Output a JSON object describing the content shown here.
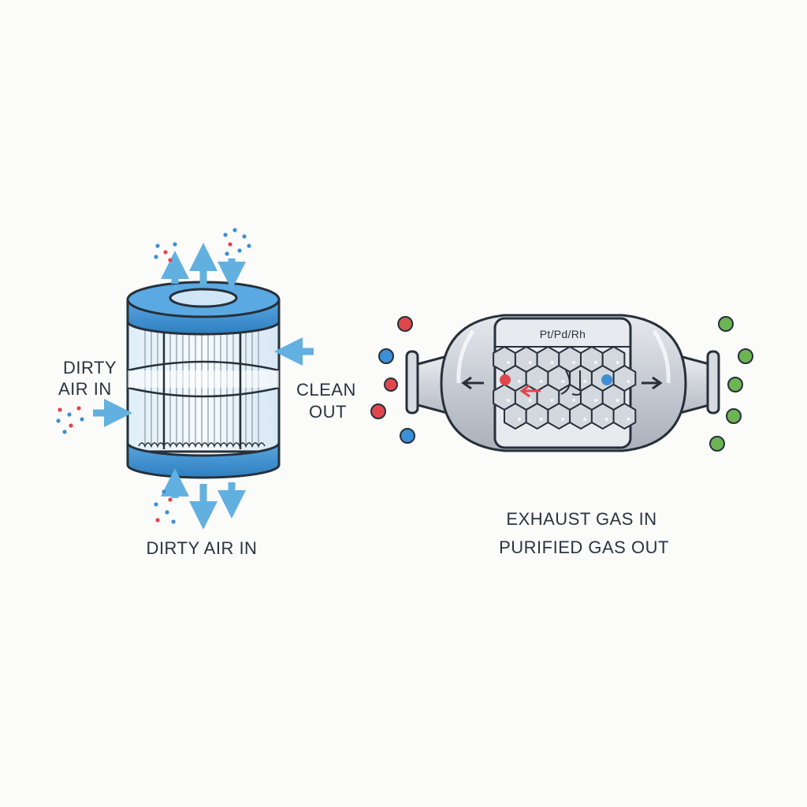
{
  "air_filter": {
    "side_label_line1": "DIRTY",
    "side_label_line2": "AIR IN",
    "right_label_line1": "CLEAN",
    "right_label_line2": "OUT",
    "bottom_label": "DIRTY AIR IN"
  },
  "catalytic_converter": {
    "catalyst_label": "Pt/Pd/Rh",
    "label_line1": "EXHAUST GAS IN",
    "label_line2": "PURIFIED GAS OUT"
  },
  "colors": {
    "filter_blue": "#3f8fcf",
    "arrow_blue": "#62b0e0",
    "particle_red": "#e0474c",
    "particle_blue": "#3d8fd6",
    "particle_green": "#6cb552",
    "outline": "#27303a"
  }
}
